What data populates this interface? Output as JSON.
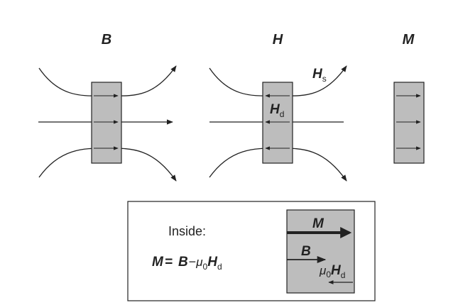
{
  "panels": {
    "b": {
      "title": "B"
    },
    "h": {
      "title": "H",
      "hs_main": "H",
      "hs_sub": "s",
      "hd_main": "H",
      "hd_sub": "d"
    },
    "m": {
      "title": "M"
    }
  },
  "legend": {
    "inside_label": "Inside:",
    "eq_m": "M",
    "eq_equals": "=",
    "eq_b": "B",
    "eq_minus": "−",
    "eq_mu": "μ",
    "eq_mu_sub": "0",
    "eq_h": "H",
    "eq_h_sub": "d",
    "box_m": "M",
    "box_b": "B",
    "box_mu": "μ",
    "box_mu_sub": "0",
    "box_h": "H",
    "box_h_sub": "d"
  },
  "colors": {
    "magnet_fill": "#bdbdbd",
    "stroke": "#222222"
  }
}
